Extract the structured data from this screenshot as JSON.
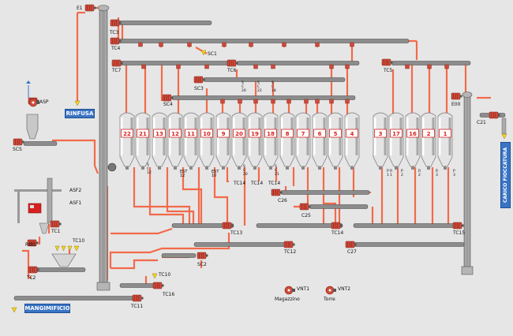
{
  "colors": {
    "background": "#e6e6e6",
    "pipe": "#f26a4b",
    "conveyor": "#8c8c8c",
    "motor": "#d04a3a",
    "silo_number": "#d82020",
    "button": "#3a74c4"
  },
  "buttons": {
    "rinfusa": "RINFUSA",
    "mangimificio": "MANGIMIFICIO",
    "carico_fioccatura": "CARICO FIOCCATURA"
  },
  "silos_left": [
    "22",
    "21",
    "13",
    "12",
    "11",
    "10",
    "9",
    "20",
    "19",
    "18",
    "8",
    "7",
    "6",
    "5",
    "4"
  ],
  "silos_right": [
    "3",
    "17",
    "16",
    "2",
    "1"
  ],
  "labels": {
    "e1": "E1",
    "tc3": "TC3",
    "tc4": "TC4",
    "sc1": "SC1",
    "tc7": "TC7",
    "tc6": "TC6",
    "tc5": "TC5",
    "sc3": "SC3",
    "sc4": "SC4",
    "e00": "E00",
    "c21": "C21",
    "asp": "ASP",
    "scs": "SCS",
    "asf2": "ASF2",
    "asf1": "ASF1",
    "tc1": "TC1",
    "rib1": "RIB1",
    "tc10a": "TC10",
    "tc2": "TC2",
    "est12": "EST\n12",
    "est10": "EST\n10",
    "tc14a": "TC14",
    "tc14b": "TC14",
    "tc14c": "TC14",
    "c26": "C26",
    "c25": "C25",
    "tc13": "TC13",
    "tc15": "TC15",
    "tc12": "TC12",
    "c27": "C27",
    "sc2": "SC2",
    "tc10b": "TC10",
    "tc16": "TC16",
    "tc11": "TC11",
    "vnt1": "VNT1",
    "vnt2": "VNT2",
    "magazzino": "Magazzino",
    "torre": "Torre"
  },
  "small_tags": {
    "s12a": "S\nC\n12",
    "s20a": "S\nC\n20",
    "s22": "S\nC\n22",
    "s18": "S\nC\n18",
    "s20b": "S\nC\n20",
    "s21": "S\nC\n21",
    "sp1": "P\n1",
    "sp2": "P\n2",
    "sp3": "P\n3",
    "sr1": "R\n1",
    "sr2": "R\n2",
    "sr3": "R\n3"
  }
}
